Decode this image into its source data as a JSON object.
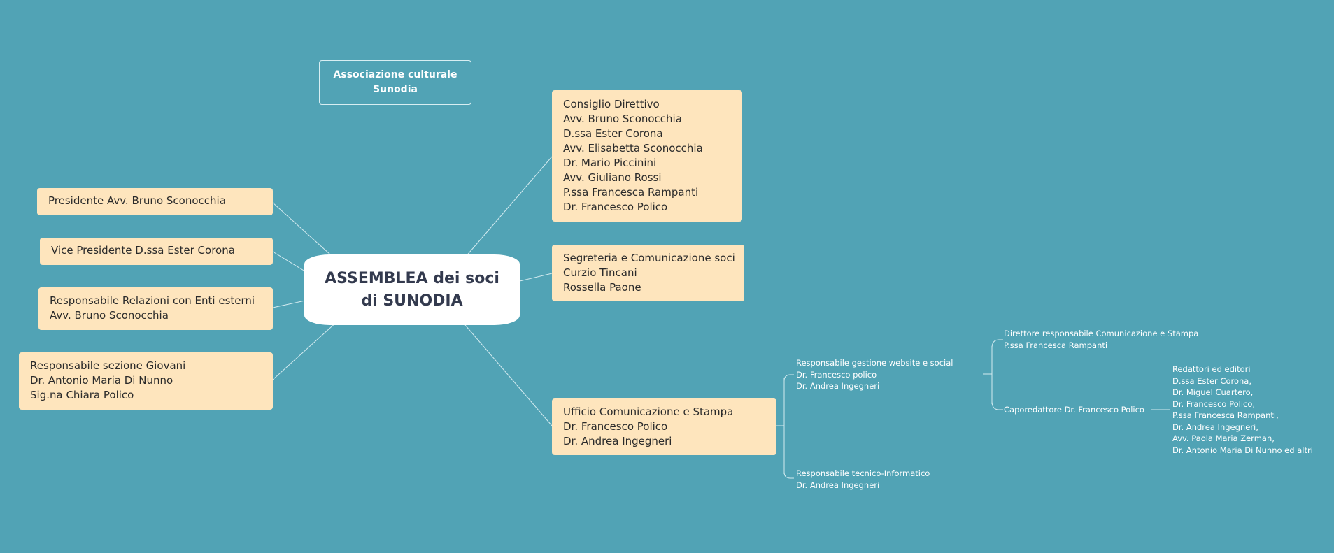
{
  "central": {
    "lines": [
      "ASSEMBLEA dei soci",
      "di SUNODIA"
    ]
  },
  "brand": {
    "lines": [
      "Associazione culturale",
      "Sunodia"
    ]
  },
  "left_nodes": [
    {
      "lines": [
        "Presidente   Avv. Bruno Sconocchia"
      ]
    },
    {
      "lines": [
        "Vice Presidente   D.ssa Ester Corona"
      ]
    },
    {
      "lines": [
        "Responsabile Relazioni con Enti esterni",
        "Avv. Bruno Sconocchia"
      ]
    },
    {
      "lines": [
        "Responsabile sezione Giovani",
        "Dr. Antonio Maria Di Nunno",
        "Sig.na Chiara Polico"
      ]
    }
  ],
  "right_nodes": [
    {
      "lines": [
        "Consiglio Direttivo",
        "Avv. Bruno Sconocchia",
        "D.ssa Ester Corona",
        "Avv. Elisabetta Sconocchia",
        "Dr. Mario Piccinini",
        "Avv. Giuliano Rossi",
        "P.ssa Francesca Rampanti",
        "Dr. Francesco Polico"
      ]
    },
    {
      "lines": [
        "Segreteria e Comunicazione soci",
        "Curzio Tincani",
        "Rossella Paone"
      ]
    },
    {
      "lines": [
        "Ufficio Comunicazione e Stampa",
        "Dr. Francesco Polico",
        "Dr. Andrea Ingegneri"
      ]
    }
  ],
  "subnodes": {
    "website": {
      "lines": [
        "Responsabile gestione website e social",
        "Dr. Francesco polico",
        "Dr.  Andrea Ingegneri"
      ]
    },
    "tecnico": {
      "lines": [
        "Responsabile tecnico-Informatico",
        "Dr. Andrea Ingegneri"
      ]
    },
    "direttore": {
      "lines": [
        "Direttore responsabile Comunicazione e Stampa",
        "P.ssa Francesca Rampanti"
      ]
    },
    "caporedattore": {
      "lines": [
        "Caporedattore  Dr. Francesco Polico"
      ]
    },
    "redattori": {
      "lines": [
        "Redattori ed editori",
        "D.ssa Ester Corona,",
        "Dr. Miguel Cuartero,",
        "Dr. Francesco Polico,",
        "P.ssa Francesca Rampanti,",
        "Dr. Andrea Ingegneri,",
        "Avv. Paola Maria Zerman,",
        "Dr. Antonio Maria Di Nunno ed altri"
      ]
    }
  },
  "colors": {
    "background": "#51a3b5",
    "node_fill": "#fee5bd",
    "connector": "#cfe6ec",
    "central_text": "#333a4e"
  }
}
